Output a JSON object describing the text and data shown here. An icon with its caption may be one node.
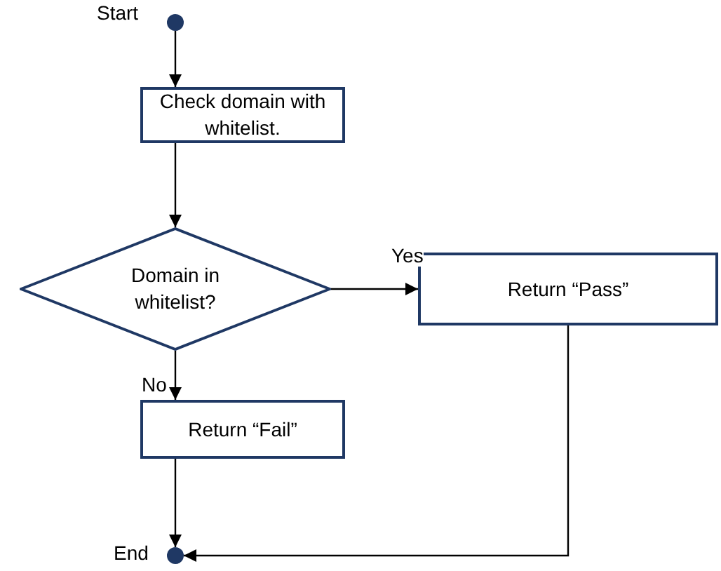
{
  "diagram": {
    "nodes": [
      {
        "text": [],
        "shape": "circle",
        "beside": [
          "Start"
        ]
      },
      {
        "text": [
          "Check domain with whitelist."
        ]
      },
      {
        "text": [
          "Domain in whitelist?"
        ]
      },
      {
        "text": [
          "Return “Pass”"
        ]
      },
      {
        "text": [
          "Return “Fail”"
        ]
      },
      {
        "text": [],
        "shape": "circle",
        "beside": [
          "End"
        ]
      }
    ],
    "edges": [
      {
        "from": 0,
        "to": 1,
        "arrow": "to"
      },
      {
        "from": 1,
        "to": 2,
        "arrow": "to"
      },
      {
        "from": 2,
        "to": 3,
        "arrow": "to",
        "label": "Yes"
      },
      {
        "from": 2,
        "to": 4,
        "arrow": "to",
        "label": "No"
      },
      {
        "from": 4,
        "to": 5,
        "arrow": "to"
      },
      {
        "from": 3,
        "to": 5,
        "arrow": "to"
      }
    ]
  }
}
